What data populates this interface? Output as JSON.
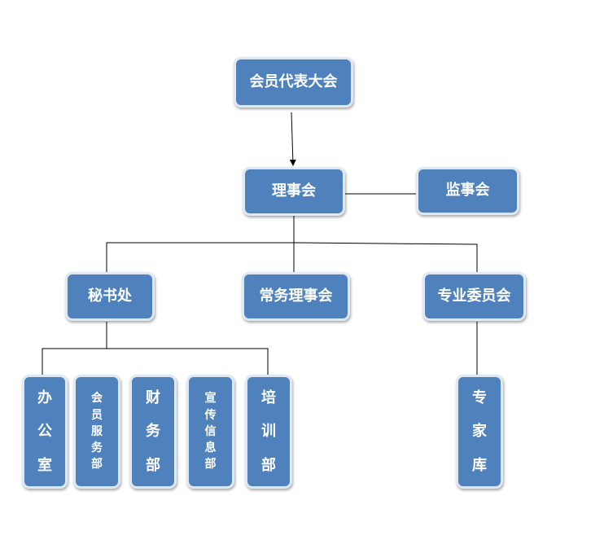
{
  "nodes": {
    "congress": "会员代表大会",
    "council": "理事会",
    "supervisors": "监事会",
    "secretariat": "秘书处",
    "standing": "常务理事会",
    "committees": "专业委员会",
    "office": "办公室",
    "member_service": "会员服务部",
    "finance": "财务部",
    "publicity": "宣传信息部",
    "training": "培训部",
    "experts": "专家库"
  },
  "colors": {
    "box_fill": "#4f81bd",
    "box_border": "#dfe8f3",
    "line": "#000000",
    "text": "#ffffff"
  }
}
